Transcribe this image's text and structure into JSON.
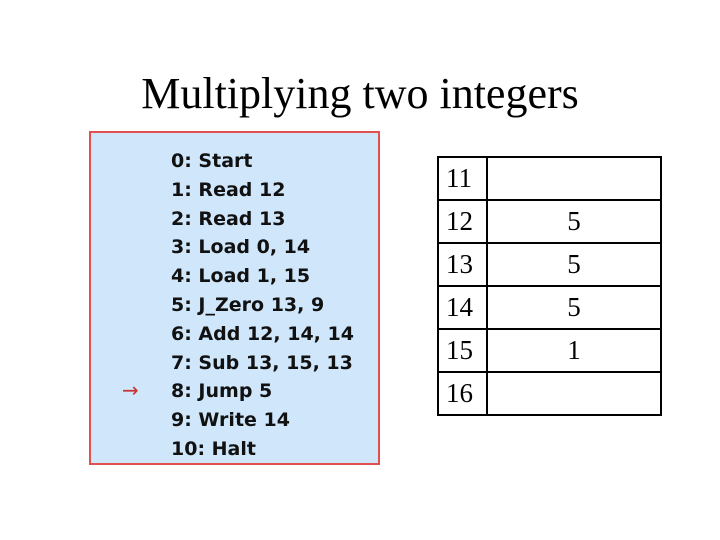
{
  "title": "Multiplying two integers",
  "program": {
    "lines": [
      "0: Start",
      "1: Read 12",
      "2: Read 13",
      "3: Load 0, 14",
      "4: Load 1, 15",
      "5: J_Zero 13, 9",
      "6: Add 12, 14, 14",
      "7: Sub 13, 15, 13",
      "8: Jump 5",
      "9: Write 14",
      "10: Halt"
    ],
    "current_line_index": 8,
    "pointer_glyph": "→"
  },
  "memory": {
    "rows": [
      {
        "address": "11",
        "value": ""
      },
      {
        "address": "12",
        "value": "5"
      },
      {
        "address": "13",
        "value": "5"
      },
      {
        "address": "14",
        "value": "5"
      },
      {
        "address": "15",
        "value": "1"
      },
      {
        "address": "16",
        "value": ""
      }
    ]
  },
  "colors": {
    "program_background": "#cfe6fb",
    "program_border": "#e05050",
    "pointer": "#c83232"
  }
}
